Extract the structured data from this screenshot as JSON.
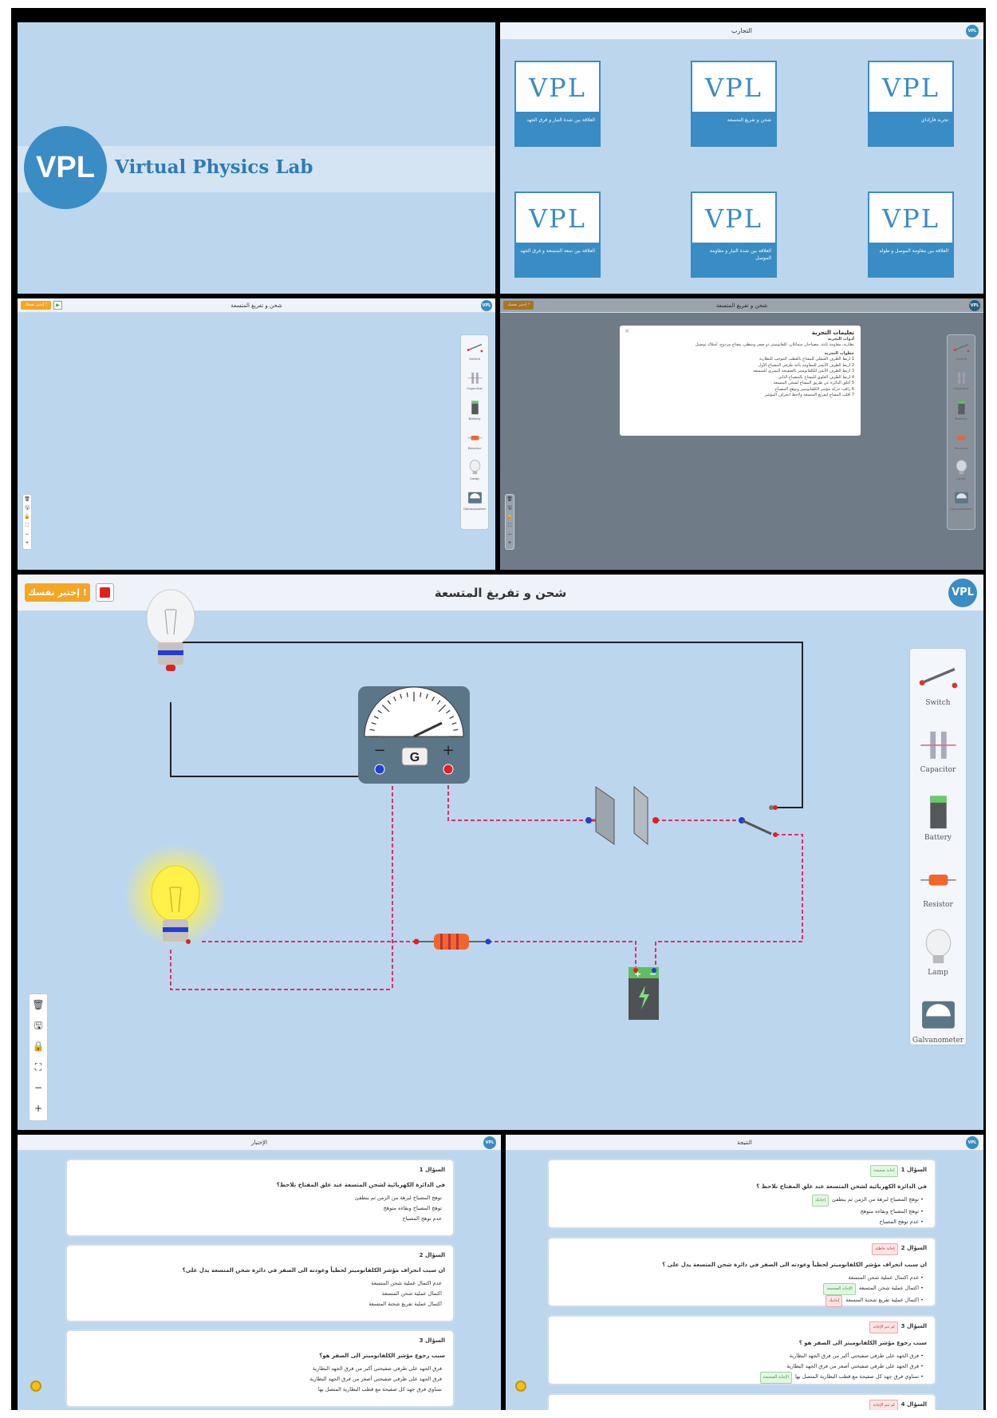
{
  "brand": {
    "badge": "VPL",
    "name": "Virtual Physics Lab"
  },
  "experiments": {
    "title": "التجارب",
    "cards": [
      {
        "logo": "VPL",
        "caption": "العلاقة بين شدة التيار و فرق الجهد"
      },
      {
        "logo": "VPL",
        "caption": "شحن و تفريغ المتسعة"
      },
      {
        "logo": "VPL",
        "caption": "تجربة فاراداي"
      },
      {
        "logo": "VPL",
        "caption": "العلاقة بين سعة المتسعة و فرق الجهد"
      },
      {
        "logo": "VPL",
        "caption": "العلاقة بين شدة التيار و مقاومة الموصل"
      },
      {
        "logo": "VPL",
        "caption": "العلاقة بين مقاومة الموصل و طوله"
      }
    ]
  },
  "lab": {
    "title": "شحن و تفريغ المتسعة",
    "test_button": "إختبر نفسك !",
    "palette": [
      "Switch",
      "Capacitor",
      "Battery",
      "Resistor",
      "Lamp",
      "Galvanometer"
    ],
    "galvanometer_letter": "G",
    "galvanometer_minus": "−",
    "galvanometer_plus": "+",
    "battery_plus": "+",
    "battery_minus": "−"
  },
  "instructions": {
    "title": "تعليمات التجربة",
    "close": "×",
    "tools_header": "أدوات التجربة",
    "tools_text": "بطارية، مقاومة ثابتة، مصباحان متماثلان، كلفانوميتر ذو صفر وسطي، مفتاح مزدوج، أسلاك توصيل",
    "steps_header": "خطوات التجربة",
    "steps": [
      "1 اربط الطرف السفلي للمفتاح بالقطب الموجب للبطارية",
      "2 اربط الطرف الأيسر للمقاومة بأحد طرفي المصباح الأول",
      "3 اربط الطرف الأيمن للكلفانوميتر بالصفيحة اليسرى للمتسعة",
      "4 اربط الطرف العلوي للمفتاح بالمصباح الثاني",
      "5 أغلق الدائرة عن طريق المفتاح لشحن المتسعة",
      "6 راقب حركة مؤشر الكلفانوميتر وتوهج المصباح",
      "7 اقلب المفتاح لتفريغ المتسعة ولاحظ انحراف المؤشر"
    ]
  },
  "quiz": {
    "title": "الإختبار",
    "questions": [
      {
        "label": "السؤال 1",
        "text": "في الدائرة الكهربائية لشحن المتسعة عند غلق المفتاح نلاحظ؟",
        "options": [
          "توهج المصباح لبرهة من الزمن ثم ينطفئ",
          "توهج المصباح وبقاءه متوهج",
          "عدم توهج المصباح"
        ]
      },
      {
        "label": "السؤال 2",
        "text": "ان سبب انحراف مؤشر الكلفانوميتر لحظياً وعودته الى الصفر في دائرة شحن المتسعة يدل على؟",
        "options": [
          "عدم اكتمال عملية شحن المتسعة",
          "اكتمال عملية شحن المتسعة",
          "اكتمال عملية تفريغ شحنة المتسعة"
        ]
      },
      {
        "label": "السؤال 3",
        "text": "سبب رجوع مؤشر الكلفانوميتر الى الصفر هو؟",
        "options": [
          "فرق الجهد على طرفي صفيحتي أكبر من فرق الجهد البطارية",
          "فرق الجهد على طرفي صفيحتي أصغر من فرق الجهد البطارية",
          "تساوي فرق جهد كل صفيحة مع قطب البطارية المتصل بها"
        ]
      }
    ]
  },
  "result": {
    "title": "النتيجة",
    "questions": [
      {
        "label": "السؤال 1",
        "badge": "إجابة صحيحة",
        "good": true,
        "text": "في الدائرة الكهربائية لشحن المتسعة عند غلق المفتاح نلاحظ ؟",
        "options": [
          "توهج المصباح لبرهة من الزمن ثم ينطفئ",
          "توهج المصباح وبقاءه متوهج",
          "عدم توهج المصباح"
        ],
        "marks": [
          "إجابتك",
          "",
          ""
        ]
      },
      {
        "label": "السؤال 2",
        "badge": "إجابة خاطئة",
        "good": false,
        "text": "ان سبب انحراف مؤشر الكلفانوميتر لحظياً وعودته الى الصفر في دائرة شحن المتسعة يدل على ؟",
        "options": [
          "عدم اكتمال عملية شحن المتسعة",
          "اكتمال عملية شحن المتسعة",
          "اكتمال عملية تفريغ شحنة المتسعة"
        ],
        "marks": [
          "",
          "الإجابة الصحيحة",
          "إجابتك"
        ]
      },
      {
        "label": "السؤال 3",
        "badge": "لم تتم الإجابة",
        "good": false,
        "text": "سبب رجوع مؤشر الكلفانوميتر الى الصفر هو ؟",
        "options": [
          "فرق الجهد على طرفي صفيحتي أكبر من فرق الجهد البطارية",
          "فرق الجهد على طرفي صفيحتي أصغر من فرق الجهد البطارية",
          "تساوي فرق جهد كل صفيحة مع قطب البطارية المتصل بها"
        ],
        "marks": [
          "",
          "",
          "الإجابة الصحيحة"
        ]
      },
      {
        "label": "السؤال 4",
        "badge": "لم تتم الإجابة",
        "good": false,
        "text": "",
        "options": [],
        "marks": []
      }
    ]
  },
  "icons": {
    "zoom": [
      "trash-icon",
      "save-icon",
      "lock-icon",
      "fit-icon",
      "zoom-out-icon",
      "zoom-in-icon"
    ],
    "zoom_glyphs": [
      "🗑",
      "🖫",
      "🔒",
      "⛶",
      "−",
      "+"
    ]
  },
  "colors": {
    "accent": "#3a8cc4",
    "wire_live": "#e0306a",
    "button_orange": "#f5a623"
  }
}
